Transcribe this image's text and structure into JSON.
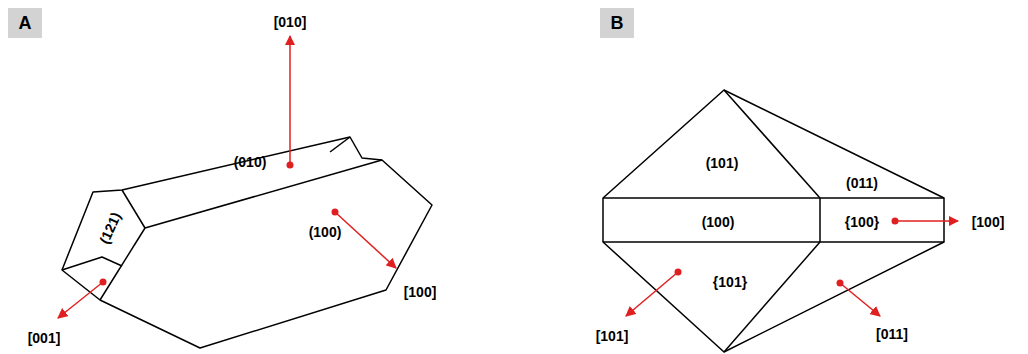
{
  "diagram": {
    "nodes": [
      {
        "text": [
          "A"
        ]
      },
      {
        "text": [
          "B"
        ]
      }
    ],
    "labels": [
      "[010]",
      "(010)",
      "(121)",
      "(100)",
      "[100]",
      "[001]",
      "(101)",
      "(011)",
      "(100)",
      "{100}",
      "[100]",
      "{101}",
      "[101]",
      "[011]"
    ]
  }
}
